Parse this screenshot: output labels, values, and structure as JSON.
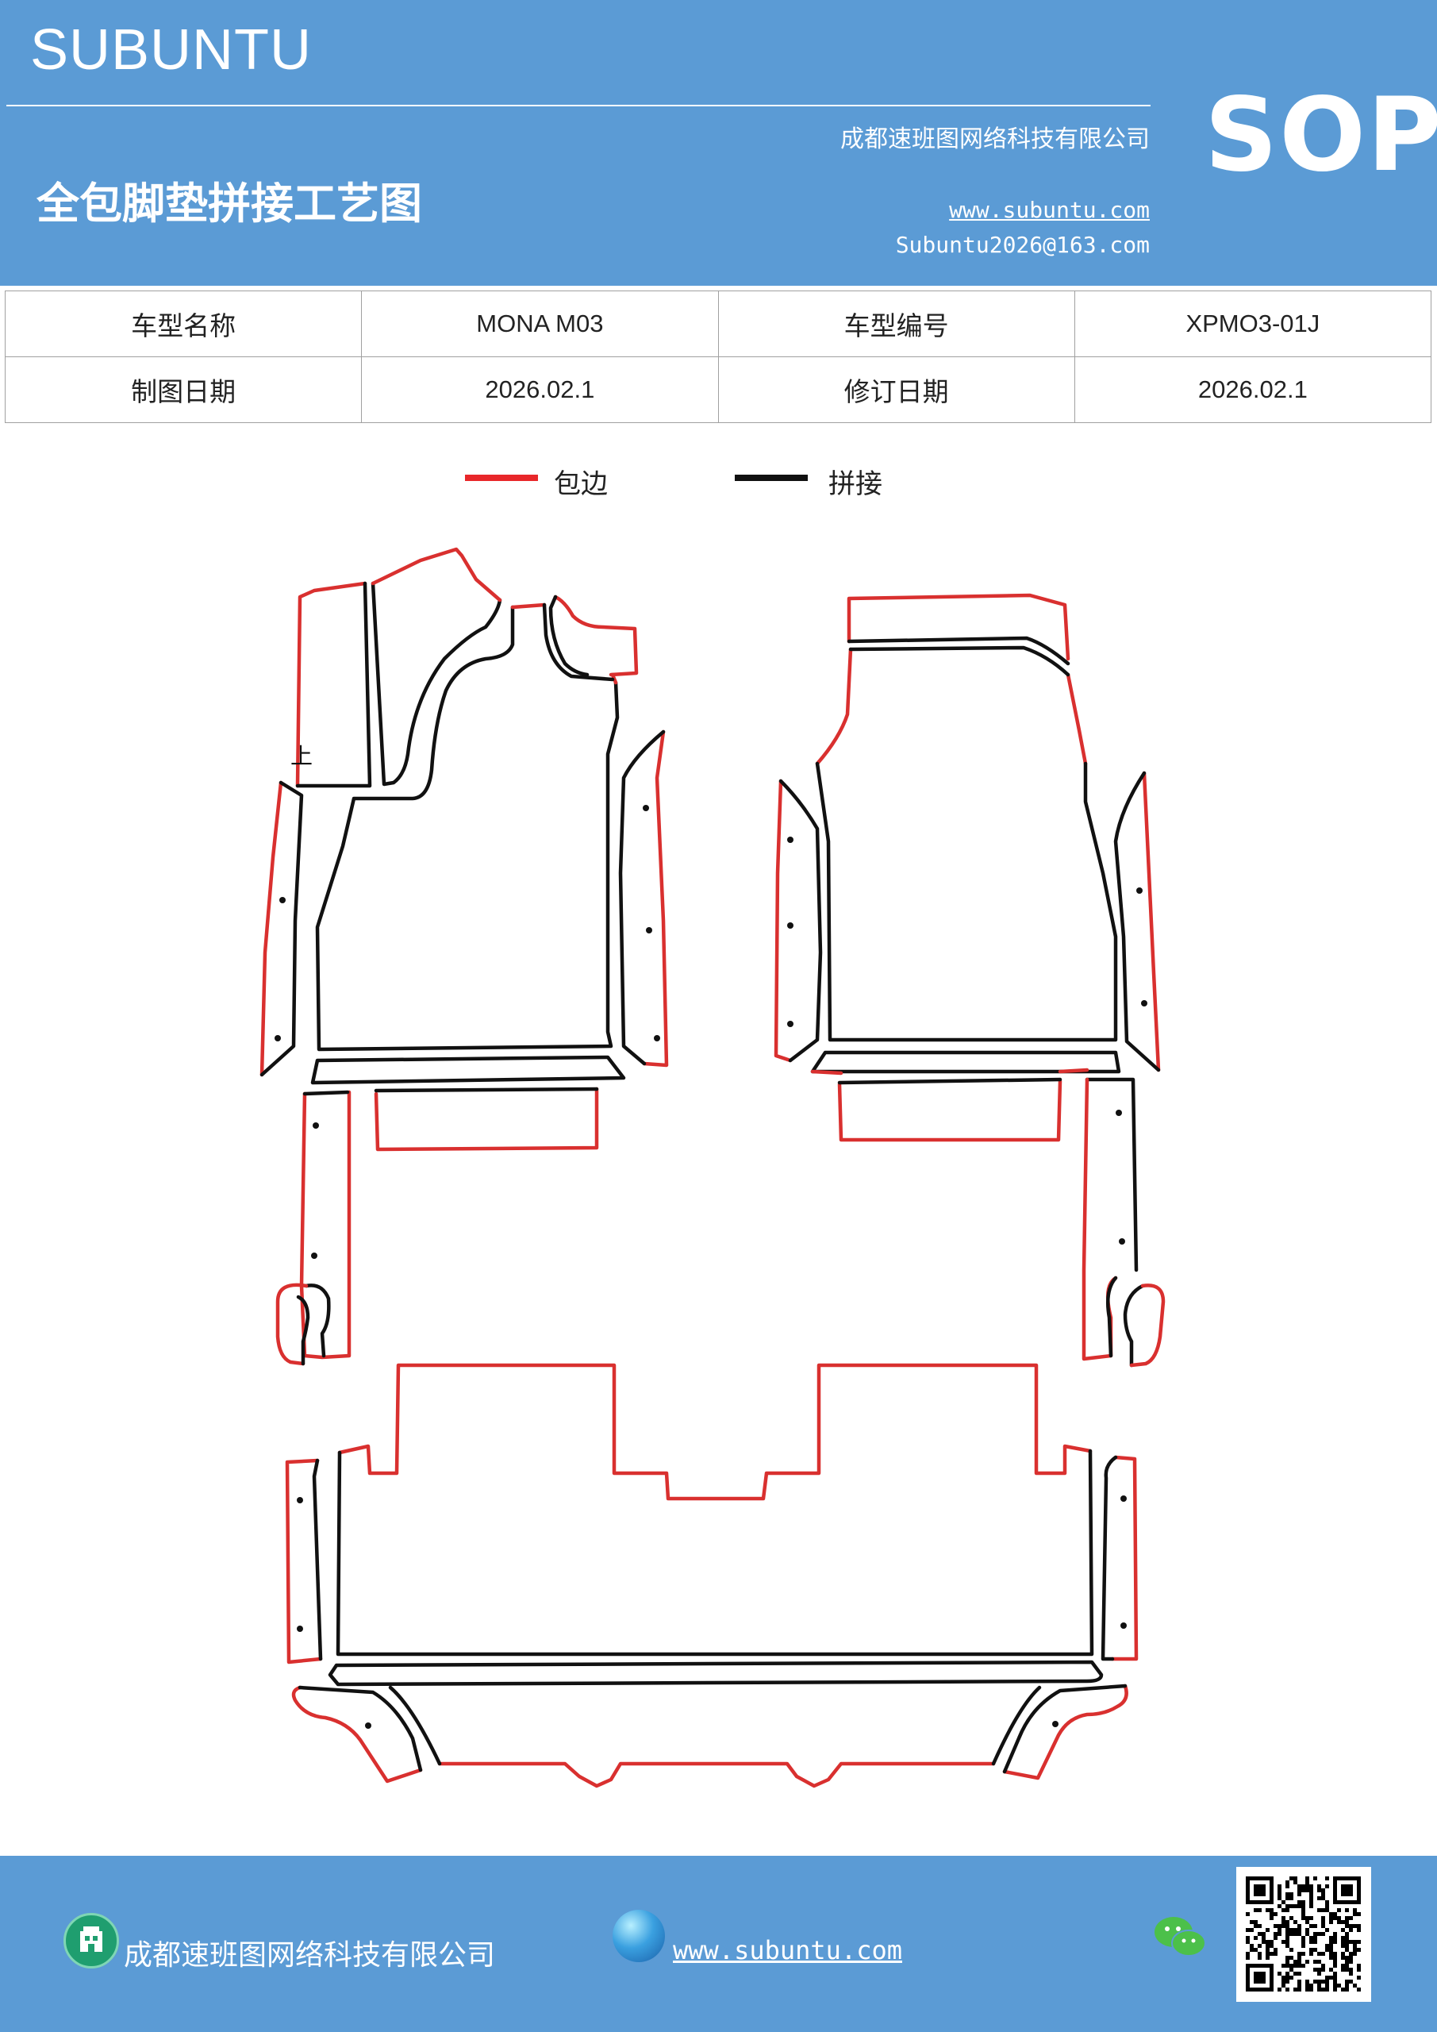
{
  "header": {
    "brand": "SUBUNTU",
    "company": "成都速班图网络科技有限公司",
    "title": "全包脚垫拼接工艺图",
    "website": "www.subuntu.com",
    "email": "Subuntu2026@163.com",
    "badge": "SOP"
  },
  "info_table": {
    "rows": [
      [
        {
          "label": "车型名称"
        },
        {
          "value": "MONA  M03"
        },
        {
          "label": "车型编号"
        },
        {
          "value": "XPMO3-01J"
        }
      ],
      [
        {
          "label": "制图日期"
        },
        {
          "value": "2026.02.1"
        },
        {
          "label": "修订日期"
        },
        {
          "value": "2026.02.1"
        }
      ]
    ]
  },
  "legend": {
    "items": [
      {
        "label": "包边",
        "color": "#e8272a"
      },
      {
        "label": "拼接",
        "color": "#111111"
      }
    ]
  },
  "drawing": {
    "mark": "上"
  },
  "footer": {
    "company": "成都速班图网络科技有限公司",
    "website": "www.subuntu.com"
  },
  "colors": {
    "brand_blue": "#5b9bd5",
    "edge_red": "#d9302f",
    "seam_black": "#111111"
  },
  "icons": [
    "building-icon",
    "globe-icon",
    "wechat-icon",
    "qr-code-icon"
  ]
}
